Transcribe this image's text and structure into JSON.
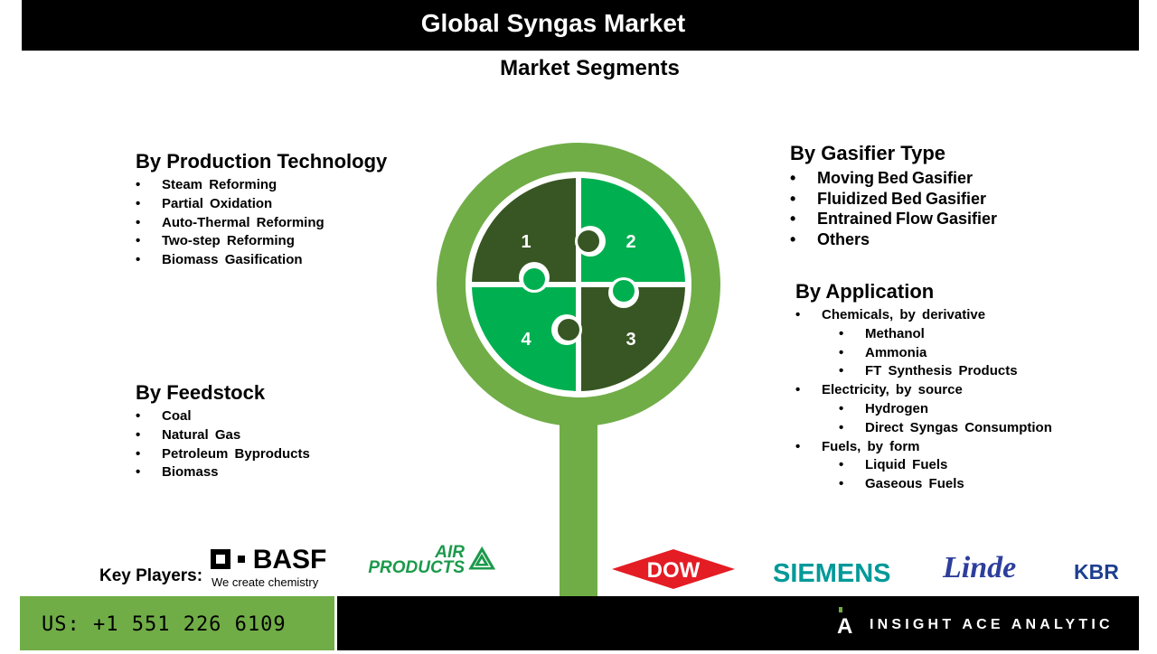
{
  "header": {
    "title": "Global Syngas Market",
    "subtitle": "Market Segments"
  },
  "segments": {
    "production": {
      "title": "By Production Technology",
      "items": [
        "Steam Reforming",
        "Partial Oxidation",
        "Auto-Thermal Reforming",
        "Two-step Reforming",
        "Biomass Gasification"
      ]
    },
    "feedstock": {
      "title": "By Feedstock",
      "items": [
        "Coal",
        "Natural Gas",
        "Petroleum Byproducts",
        "Biomass"
      ]
    },
    "gasifier": {
      "title": "By Gasifier Type",
      "items": [
        "Moving Bed Gasifier",
        "Fluidized Bed Gasifier",
        "Entrained Flow Gasifier",
        "Others"
      ]
    },
    "application": {
      "title": "By Application",
      "items": [
        "Chemicals, by derivative",
        "Methanol",
        "Ammonia",
        "FT Synthesis Products",
        "Electricity, by source",
        "Hydrogen",
        "Direct Syngas Consumption",
        "Fuels, by form",
        "Liquid Fuels",
        "Gaseous Fuels"
      ]
    }
  },
  "puzzle": {
    "numbers": [
      "1",
      "2",
      "3",
      "4"
    ],
    "colors": {
      "dark": "#375623",
      "light": "#00b050",
      "ring": "#70ad47"
    }
  },
  "key_players": {
    "label": "Key Players:",
    "logos": {
      "basf": "BASF",
      "basf_tag": "We create chemistry",
      "air_products_1": "AIR",
      "air_products_2": "PRODUCTS",
      "dow": "DOW",
      "siemens": "SIEMENS",
      "linde": "Linde",
      "kbr": "KBR"
    }
  },
  "footer": {
    "phone": "US: +1 551 226 6109",
    "brand": "INSIGHT ACE ANALYTIC"
  }
}
